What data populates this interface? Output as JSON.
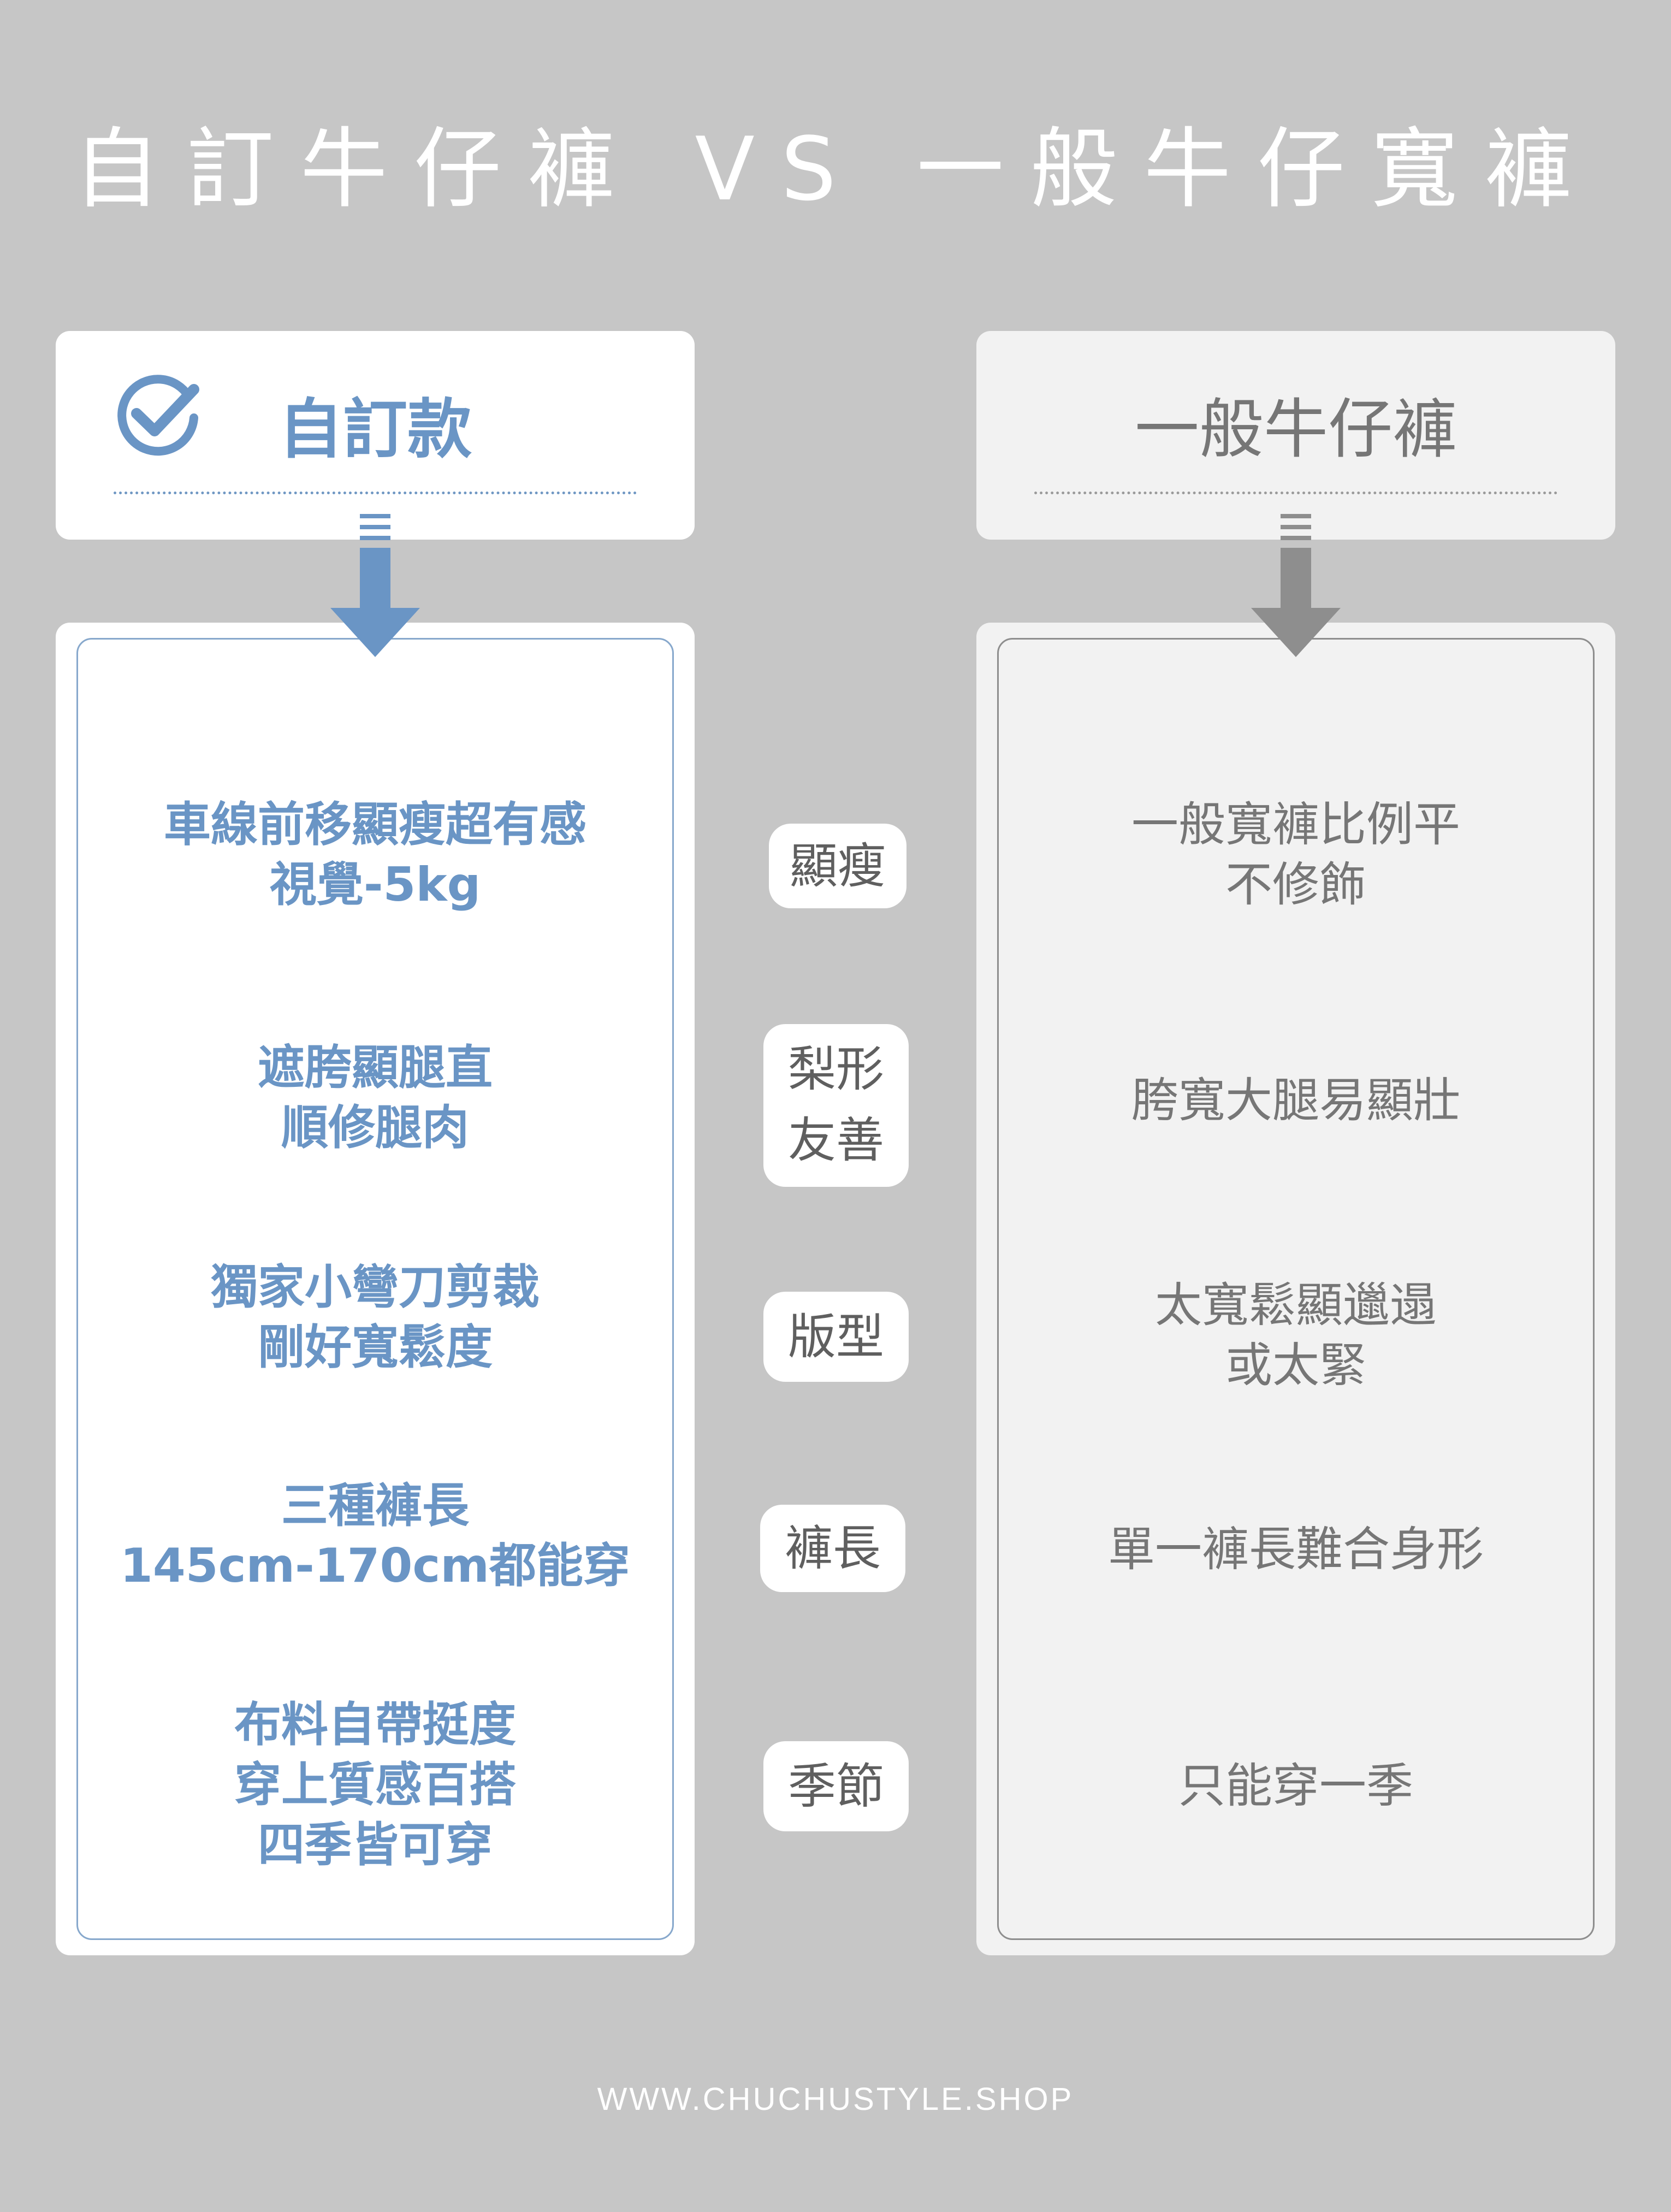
{
  "title": "自訂牛仔褲 VS 一般牛仔寬褲",
  "left_header": "自訂款",
  "right_header": "一般牛仔褲",
  "rows": [
    {
      "left": [
        "車線前移顯瘦超有感",
        "視覺-5kg"
      ],
      "tag": [
        "顯瘦"
      ],
      "right": [
        "一般寬褲比例平",
        "不修飾"
      ]
    },
    {
      "left": [
        "遮胯顯腿直",
        "順修腿肉"
      ],
      "tag": [
        "梨形",
        "友善"
      ],
      "right": [
        "胯寬大腿易顯壯"
      ]
    },
    {
      "left": [
        "獨家小彎刀剪裁",
        "剛好寬鬆度"
      ],
      "tag": [
        "版型"
      ],
      "right": [
        "太寬鬆顯邋遢",
        "或太緊"
      ]
    },
    {
      "left": [
        "三種褲長",
        "145cm-170cm都能穿"
      ],
      "tag": [
        "褲長"
      ],
      "right": [
        "單一褲長難合身形"
      ]
    },
    {
      "left": [
        "布料自帶挺度",
        "穿上質感百搭",
        "四季皆可穿"
      ],
      "tag": [
        "季節"
      ],
      "right": [
        "只能穿一季"
      ]
    }
  ],
  "footer": "WWW.CHUCHUSTYLE.SHOP",
  "colors": {
    "background": "#c6c6c6",
    "accent_blue": "#6a95c5",
    "arrow_gray": "#8e8e8e",
    "text_gray": "#767676"
  },
  "icons": {
    "left_header": "check-circle-icon",
    "left_arrow": "arrow-down-icon",
    "right_arrow": "arrow-down-icon"
  }
}
